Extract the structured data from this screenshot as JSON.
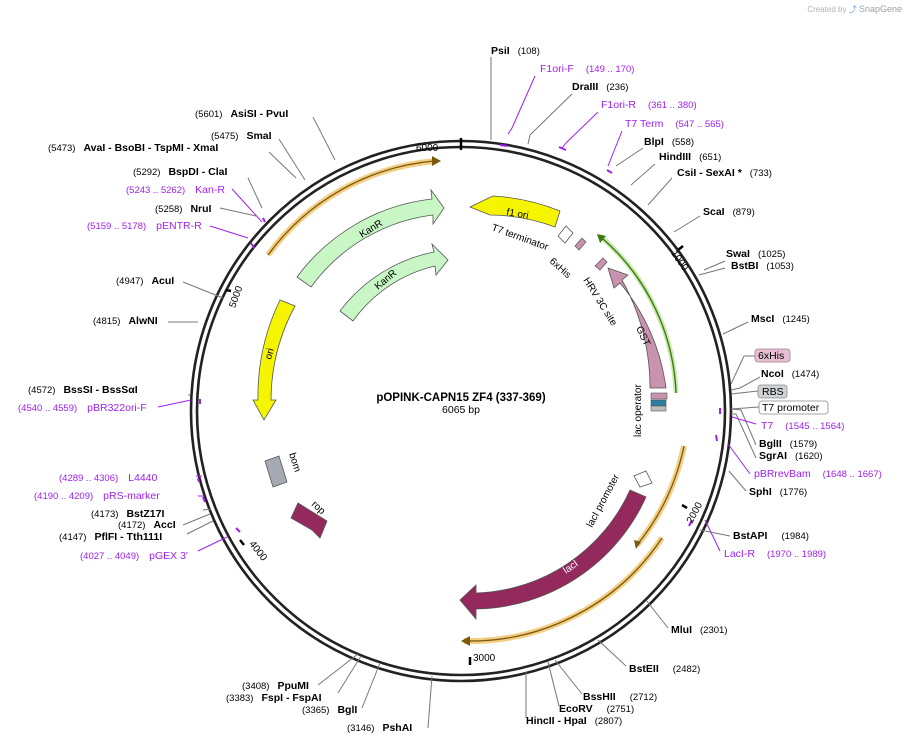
{
  "credit": {
    "prefix": "Created by",
    "brand": "SnapGene"
  },
  "plasmid": {
    "name": "pOPINK-CAPN15 ZF4 (337-369)",
    "length_text": "6065 bp",
    "length": 6065
  },
  "ticks": [
    "1000",
    "2000",
    "3000",
    "4000",
    "5000",
    "6000"
  ],
  "colors": {
    "backbone": "#222222",
    "enzyme_line": "#777777",
    "primer": "#a020f0",
    "kanr": "#c8f7c5",
    "ori": "#f5f500",
    "lacI": "#93295c",
    "gst": "#c992ae",
    "orf": "#f4ce83",
    "green_arrow": "#73c23a"
  },
  "enzymes": [
    {
      "id": "psti",
      "text": "PsiI",
      "pos": "(108)"
    },
    {
      "id": "draiii",
      "text": "DraIII",
      "pos": "(236)"
    },
    {
      "id": "blpi",
      "text": "BlpI",
      "pos": "(558)"
    },
    {
      "id": "hindiii",
      "text": "HindIII",
      "pos": "(651)"
    },
    {
      "id": "csii",
      "text": "CsiI   - SexAI *",
      "pos": "(733)"
    },
    {
      "id": "scai",
      "text": "ScaI",
      "pos": "(879)"
    },
    {
      "id": "swai",
      "text": "SwaI",
      "pos": "(1025)"
    },
    {
      "id": "bstbi",
      "text": "BstBI",
      "pos": "(1053)"
    },
    {
      "id": "msci",
      "text": "MscI",
      "pos": "(1245)"
    },
    {
      "id": "ncoi",
      "text": "NcoI",
      "pos": "(1474)"
    },
    {
      "id": "bglii",
      "text": "BglII",
      "pos": "(1579)"
    },
    {
      "id": "sgrai",
      "text": "SgrAI",
      "pos": "(1620)"
    },
    {
      "id": "sphi",
      "text": "SphI",
      "pos": "(1776)"
    },
    {
      "id": "bstapi",
      "text": "BstAPI",
      "pos": "(1984)"
    },
    {
      "id": "mlui",
      "text": "MluI",
      "pos": "(2301)"
    },
    {
      "id": "bsteii",
      "text": "BstEII",
      "pos": "(2482)"
    },
    {
      "id": "bsshii",
      "text": "BssHII",
      "pos": "(2712)"
    },
    {
      "id": "ecorv",
      "text": "EcoRV",
      "pos": "(2751)"
    },
    {
      "id": "hincii",
      "text": "HincII   - HpaI",
      "pos": "(2807)"
    },
    {
      "id": "pshai",
      "text": "PshAI",
      "pos": "(3146)"
    },
    {
      "id": "bgli",
      "text": "BglI",
      "pos": "(3365)"
    },
    {
      "id": "fspi",
      "text": "FspI   - FspAI",
      "pos": "(3383)"
    },
    {
      "id": "ppumi",
      "text": "PpuMI",
      "pos": "(3408)"
    },
    {
      "id": "pflfi",
      "text": "PflFI   - Tth111I",
      "pos": "(4147)"
    },
    {
      "id": "acci",
      "text": "AccI",
      "pos": "(4172)"
    },
    {
      "id": "bstz17i",
      "text": "BstZ17I",
      "pos": "(4173)"
    },
    {
      "id": "bsssi",
      "text": "BssSI   - BssSαI",
      "pos": "(4572)"
    },
    {
      "id": "alwni",
      "text": "AlwNI",
      "pos": "(4815)"
    },
    {
      "id": "acui",
      "text": "AcuI",
      "pos": "(4947)"
    },
    {
      "id": "nrui",
      "text": "NruI",
      "pos": "(5258)"
    },
    {
      "id": "bspdi",
      "text": "BspDI   - ClaI",
      "pos": "(5292)"
    },
    {
      "id": "avai",
      "text": "AvaI   - BsoBI   - TspMI   - XmaI",
      "pos": "(5473)"
    },
    {
      "id": "smai",
      "text": "SmaI",
      "pos": "(5475)"
    },
    {
      "id": "asisi",
      "text": "AsiSI   - PvuI",
      "pos": "(5601)"
    }
  ],
  "primers": [
    {
      "id": "f1orif",
      "text": "F1ori-F",
      "range": "(149 .. 170)"
    },
    {
      "id": "f1orir",
      "text": "F1ori-R",
      "range": "(361 .. 380)"
    },
    {
      "id": "t7term",
      "text": "T7 Term",
      "range": "(547 .. 565)"
    },
    {
      "id": "t7",
      "text": "T7",
      "range": "(1545 .. 1564)"
    },
    {
      "id": "pbrrevbam",
      "text": "pBRrevBam",
      "range": "(1648 .. 1667)"
    },
    {
      "id": "lacir",
      "text": "LacI-R",
      "range": "(1970 .. 1989)"
    },
    {
      "id": "pgex3",
      "text": "pGEX 3'",
      "range": "(4027 .. 4049)"
    },
    {
      "id": "prsmarker",
      "text": "pRS-marker",
      "range": "(4190 .. 4209)"
    },
    {
      "id": "l4440",
      "text": "L4440",
      "range": "(4289 .. 4306)"
    },
    {
      "id": "pbr322ori",
      "text": "pBR322ori-F",
      "range": "(4540 .. 4559)"
    },
    {
      "id": "pentrr",
      "text": "pENTR-R",
      "range": "(5159 .. 5178)"
    },
    {
      "id": "kanr",
      "text": "Kan-R",
      "range": "(5243 .. 5262)"
    }
  ],
  "features": {
    "f1ori": "f1 ori",
    "t7term": "T7 terminator",
    "his6": "6xHis",
    "hrv": "HRV 3C site",
    "gst": "GST",
    "lacop": "lac operator",
    "laciprom": "lacI promoter",
    "laci": "lacI",
    "rop": "rop",
    "bom": "bom",
    "ori": "ori",
    "kanr1": "KanR",
    "kanr2": "KanR"
  },
  "boxes": {
    "his6": "6xHis",
    "rbs": "RBS",
    "t7promoter": "T7 promoter"
  }
}
